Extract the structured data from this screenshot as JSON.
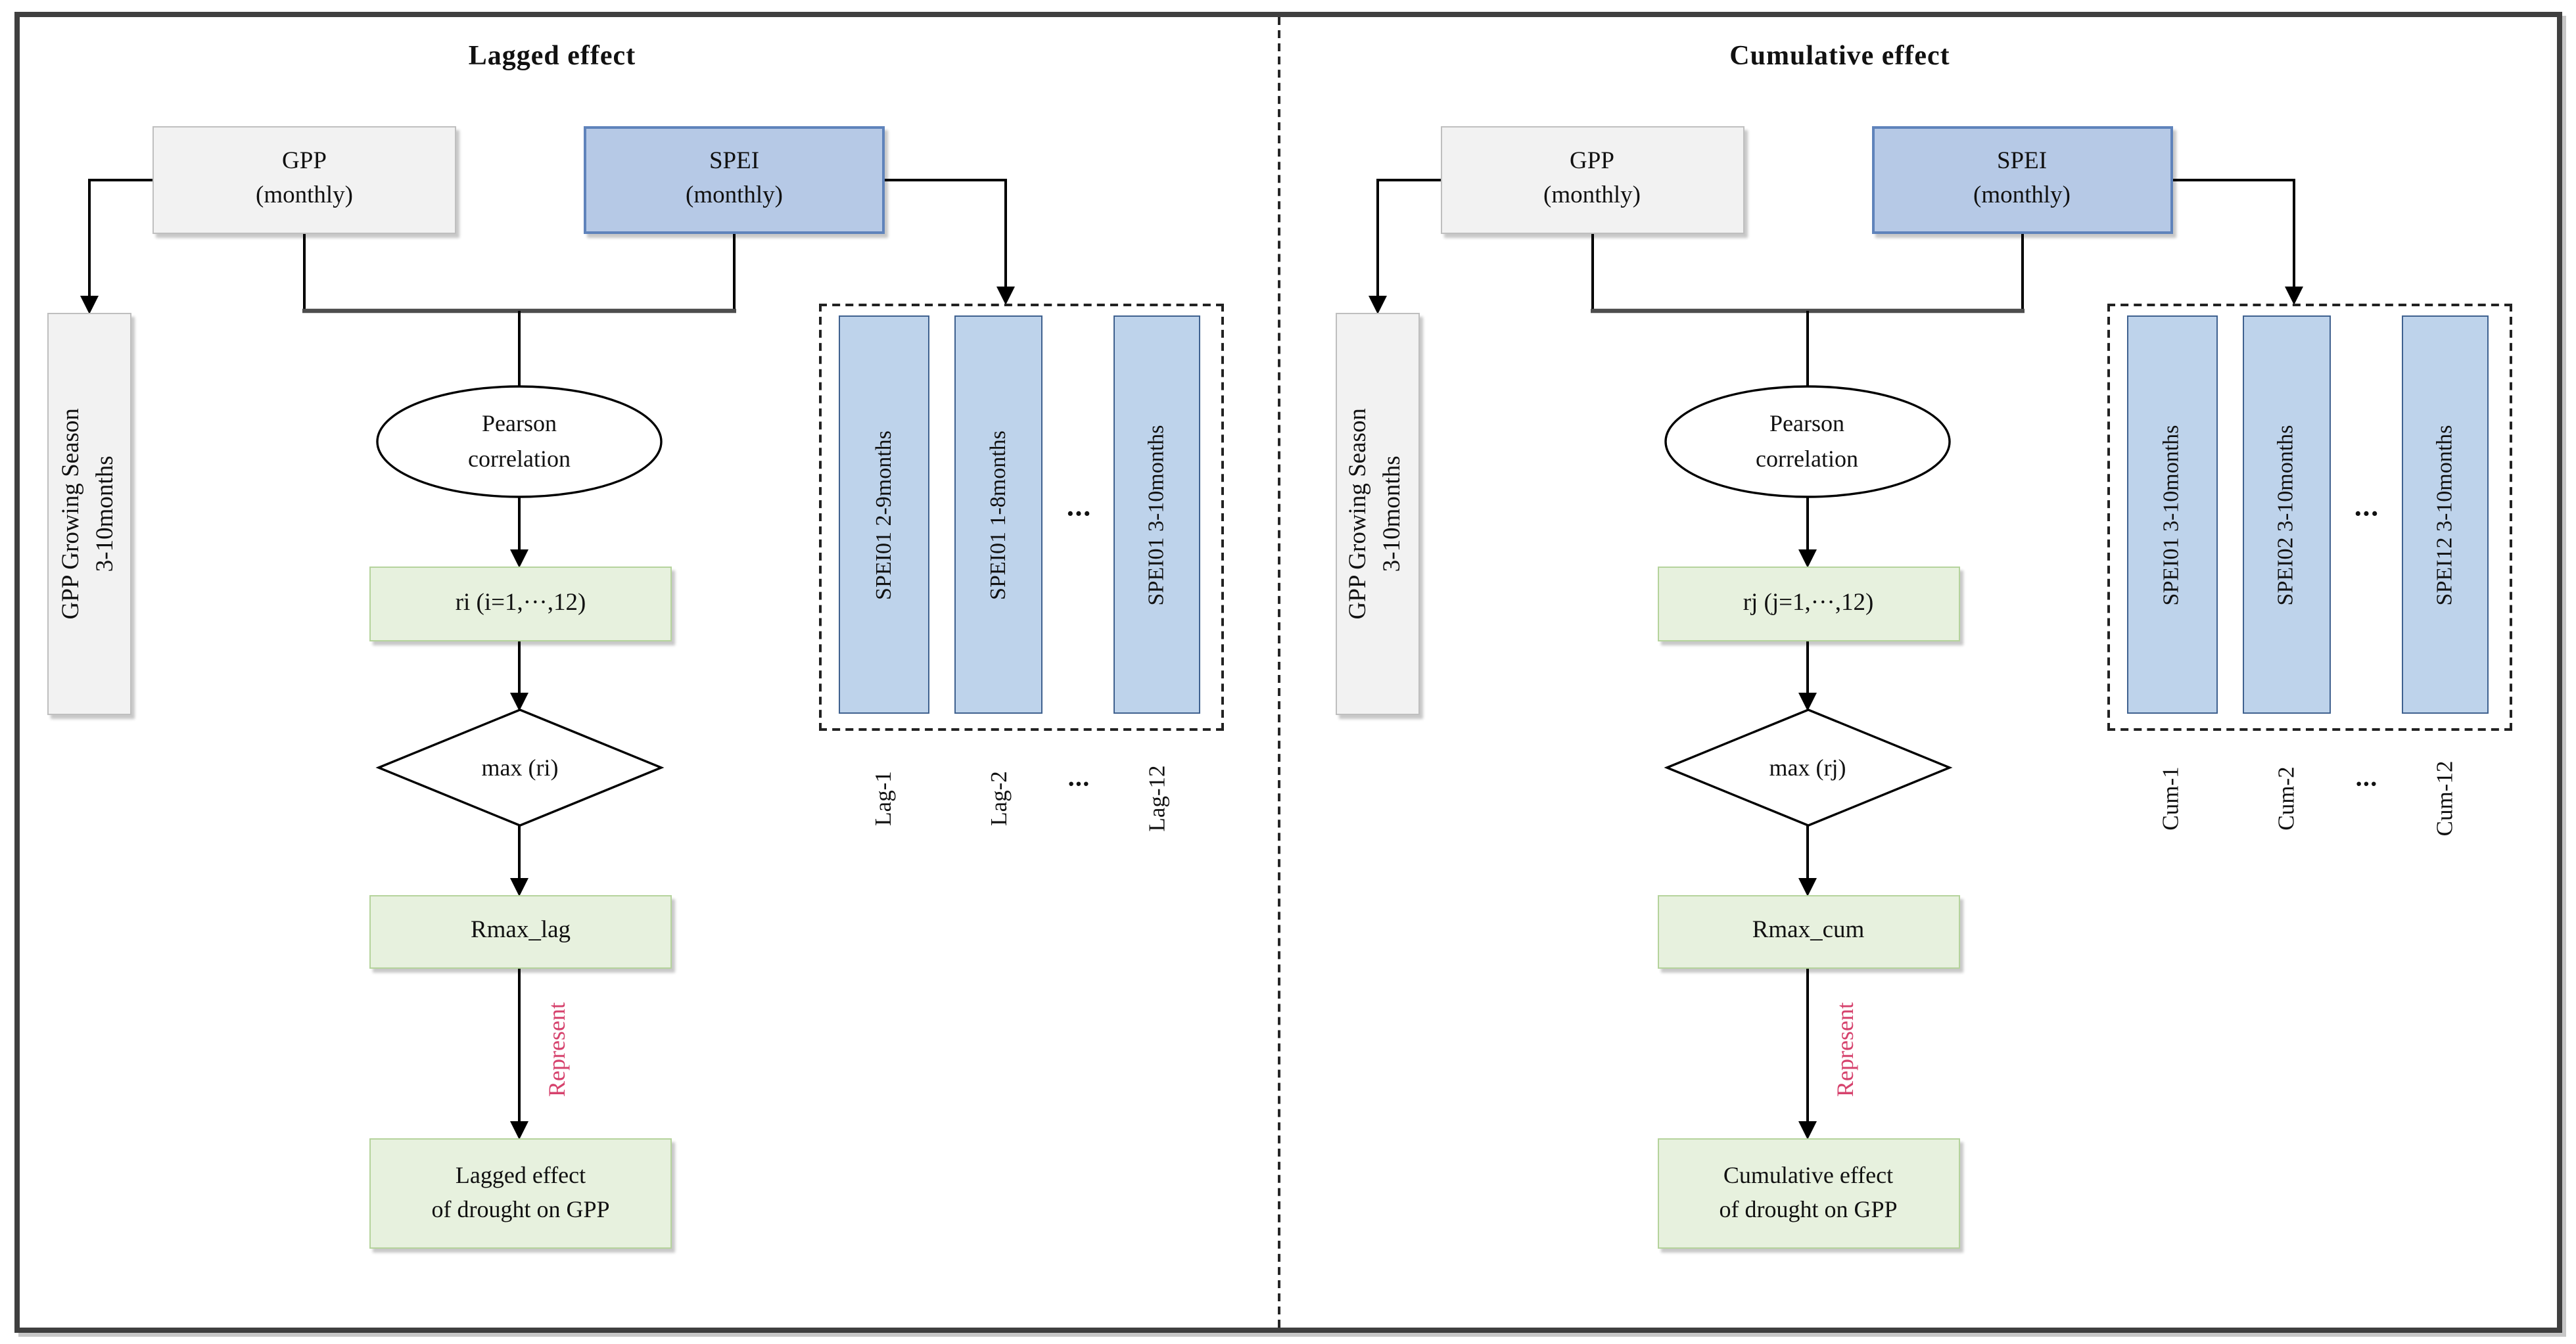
{
  "figure": {
    "colors": {
      "gray_box_fill": "#f2f2f2",
      "gray_box_border": "#bfbfbf",
      "spei_box_fill": "#b6c9e6",
      "spei_box_border": "#5f83bb",
      "bar_fill": "#bed3eb",
      "bar_border": "#3f618f",
      "green_box_fill": "#e7f1de",
      "green_box_border": "#b5d39c",
      "represent_text": "#d6426d",
      "outer_border": "#3f3f3f"
    },
    "panels": [
      {
        "title": "Lagged effect",
        "gpp": {
          "line1": "GPP",
          "line2": "(monthly)"
        },
        "spei": {
          "line1": "SPEI",
          "line2": "(monthly)"
        },
        "growing": {
          "line1": "GPP Growing Season",
          "line2": "3-10months"
        },
        "pearson": {
          "line1": "Pearson",
          "line2": "correlation"
        },
        "r_label": "ri (i=1,···,12)",
        "max_label": "max (ri)",
        "rmax_label": "Rmax_lag",
        "represent_label": "Represent",
        "result": {
          "line1": "Lagged effect",
          "line2": "of drought on GPP"
        },
        "bars": [
          "SPEI01 2-9months",
          "SPEI01 1-8months",
          "SPEI01 3-10months"
        ],
        "bars_dots": "···",
        "bar_labels": [
          "Lag-1",
          "Lag-2",
          "Lag-12"
        ],
        "labels_dots": "···"
      },
      {
        "title": "Cumulative effect",
        "gpp": {
          "line1": "GPP",
          "line2": "(monthly)"
        },
        "spei": {
          "line1": "SPEI",
          "line2": "(monthly)"
        },
        "growing": {
          "line1": "GPP Growing Season",
          "line2": "3-10months"
        },
        "pearson": {
          "line1": "Pearson",
          "line2": "correlation"
        },
        "r_label": "rj (j=1,···,12)",
        "max_label": "max (rj)",
        "rmax_label": "Rmax_cum",
        "represent_label": "Represent",
        "result": {
          "line1": "Cumulative effect",
          "line2": "of drought on GPP"
        },
        "bars": [
          "SPEI01 3-10months",
          "SPEI02 3-10months",
          "SPEI12 3-10months"
        ],
        "bars_dots": "···",
        "bar_labels": [
          "Cum-1",
          "Cum-2",
          "Cum-12"
        ],
        "labels_dots": "···"
      }
    ]
  }
}
